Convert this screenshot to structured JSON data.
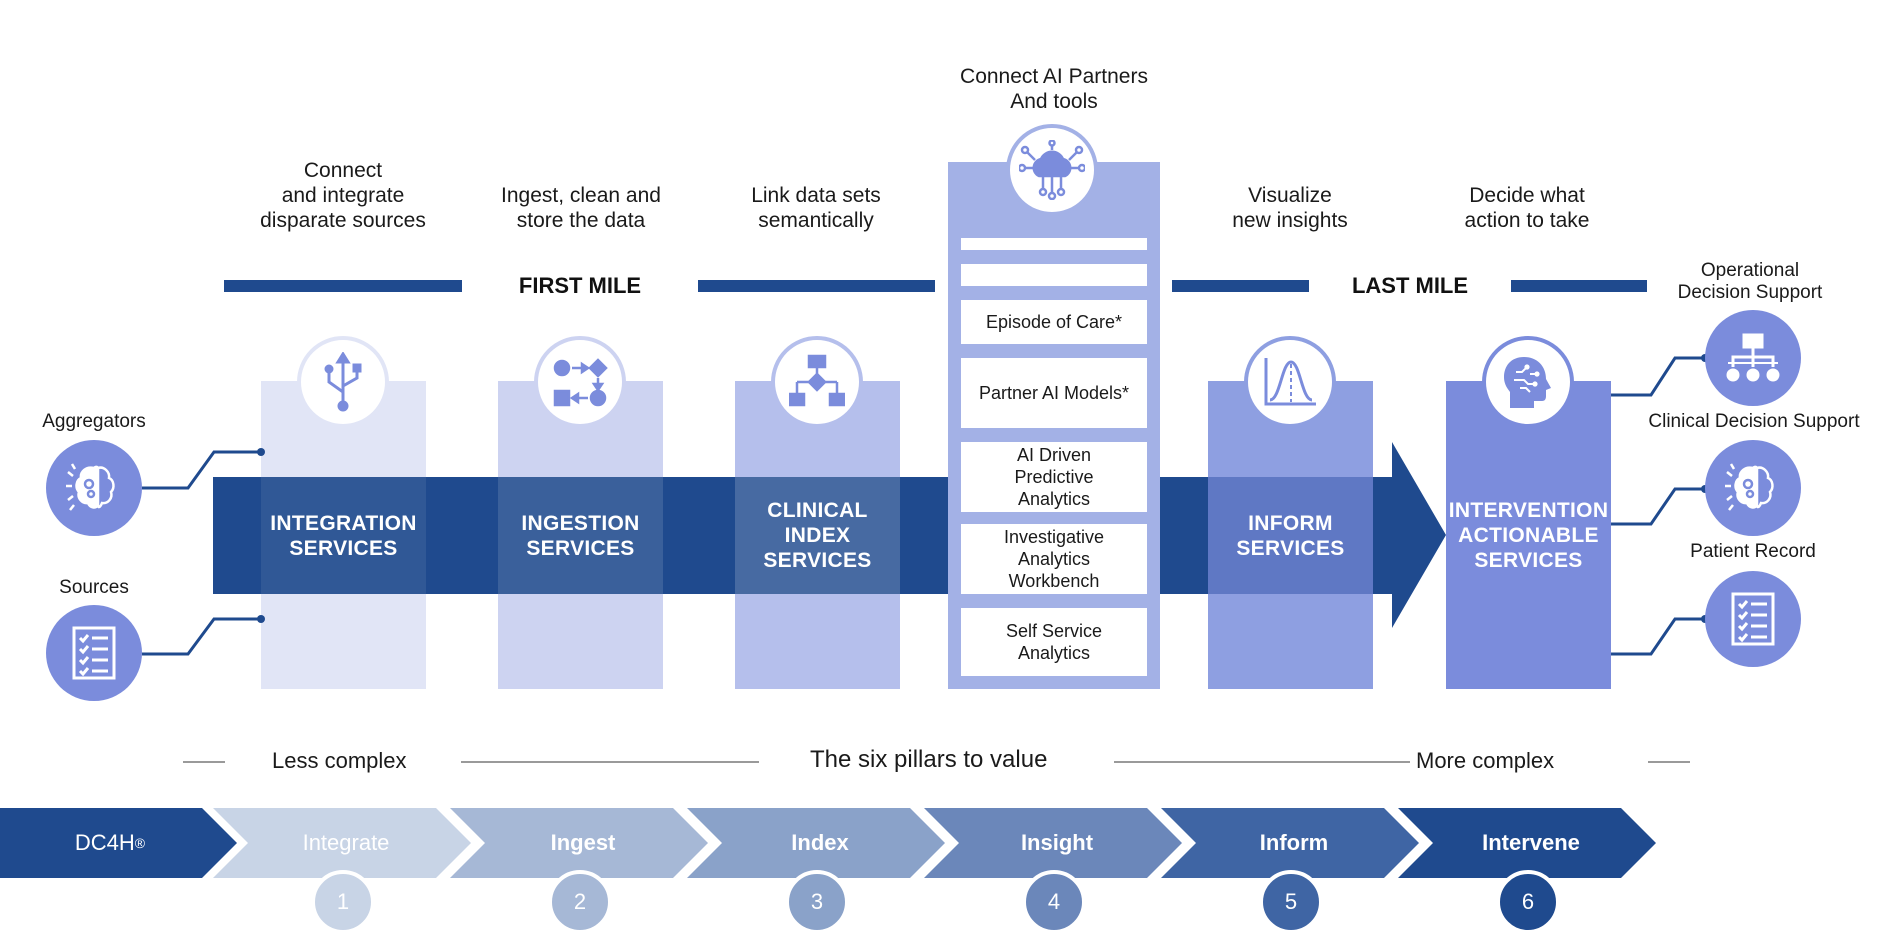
{
  "captions": {
    "integrate": "Connect\nand integrate\ndisparate sources",
    "ingest": "Ingest, clean and\nstore the data",
    "index": "Link data sets\nsemantically",
    "ai": "Connect AI Partners\nAnd tools",
    "inform": "Visualize\nnew insights",
    "intervene": "Decide what\naction to take"
  },
  "miles": {
    "first": "FIRST MILE",
    "last": "LAST MILE"
  },
  "pillars": {
    "integration": "INTEGRATION\nSERVICES",
    "ingestion": "INGESTION\nSERVICES",
    "clinical": "CLINICAL\nINDEX\nSERVICES",
    "inform": "INFORM\nSERVICES",
    "intervention": "INTERVENTION\nACTIONABLE\nSERVICES"
  },
  "ai_boxes": [
    "",
    "",
    "Episode of Care*",
    "Partner AI Models*",
    "AI Driven\nPredictive\nAnalytics",
    "Investigative\nAnalytics\nWorkbench",
    "Self Service\nAnalytics"
  ],
  "left_inputs": {
    "aggregators": "Aggregators",
    "sources": "Sources"
  },
  "right_outputs": {
    "operational": "Operational\nDecision Support",
    "clinical": "Clinical Decision Support",
    "patient": "Patient Record"
  },
  "scale": {
    "less": "Less complex",
    "middle": "The six pillars to value",
    "more": "More complex"
  },
  "flow": {
    "brand": "DC4H",
    "brand_mark": "®",
    "steps": [
      "Integrate",
      "Ingest",
      "Index",
      "Insight",
      "Inform",
      "Intervene"
    ],
    "numbers": [
      "1",
      "2",
      "3",
      "4",
      "5",
      "6"
    ]
  },
  "icons": {
    "integration": "usb-icon",
    "ingestion": "workflow-shapes-icon",
    "clinical": "flowchart-icon",
    "ai": "cloud-network-icon",
    "inform": "bell-curve-chart-icon",
    "intervention": "head-circuit-icon",
    "aggregators": "brain-gears-icon",
    "sources": "checklist-icon",
    "operational": "hierarchy-icon",
    "clinical_support": "brain-gears-icon",
    "patient": "checklist-icon"
  },
  "colors": {
    "navy": "#1f4a8e",
    "pillar_1": "#e1e5f6",
    "pillar_2": "#cdd3f1",
    "pillar_3": "#b5bfec",
    "pillar_ai": "#a3b1e6",
    "pillar_5": "#8e9fe1",
    "pillar_6": "#7b8cdc",
    "step_1": "#c8d4e6",
    "step_2": "#a6b8d6",
    "step_3": "#8aa2c9",
    "step_4": "#6b87ba",
    "step_5": "#3f65a4",
    "step_6": "#1f4a8e",
    "brand": "#1f4a8e"
  }
}
